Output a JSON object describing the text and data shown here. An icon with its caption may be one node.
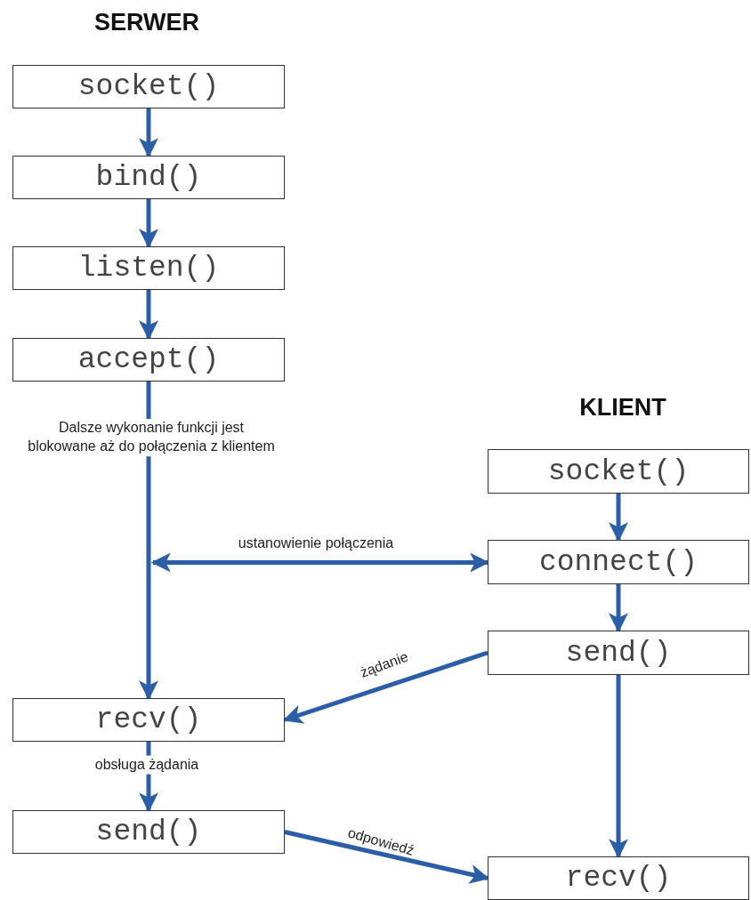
{
  "diagram": {
    "nodes": [
      {
        "text": [
          "socket()"
        ]
      },
      {
        "text": [
          "bind()"
        ]
      },
      {
        "text": [
          "listen()"
        ]
      },
      {
        "text": [
          "accept()"
        ]
      },
      {
        "text": [
          "recv()"
        ]
      },
      {
        "text": [
          "send()"
        ]
      },
      {
        "text": [
          "socket()"
        ]
      },
      {
        "text": [
          "connect()"
        ]
      },
      {
        "text": [
          "send()"
        ]
      },
      {
        "text": [
          "recv()"
        ]
      }
    ],
    "edges": [
      {
        "from": 0,
        "to": 1,
        "arrow": "to"
      },
      {
        "from": 1,
        "to": 2,
        "arrow": "to"
      },
      {
        "from": 2,
        "to": 3,
        "arrow": "to"
      },
      {
        "from": 3,
        "to": 4,
        "arrow": "to",
        "label": "Dalsze wykonanie funkcji jest blokowane aż do połączenia z klientem"
      },
      {
        "from": 7,
        "to": null,
        "arrow": "both",
        "label": "ustanowienie połączenia"
      },
      {
        "from": 4,
        "to": 5,
        "arrow": "to",
        "label": "obsługa żądania"
      },
      {
        "from": 6,
        "to": 7,
        "arrow": "to"
      },
      {
        "from": 7,
        "to": 8,
        "arrow": "to"
      },
      {
        "from": 8,
        "to": 4,
        "arrow": "to",
        "label": "żądanie"
      },
      {
        "from": 8,
        "to": 9,
        "arrow": "to"
      },
      {
        "from": 5,
        "to": 9,
        "arrow": "to",
        "label": "odpowiedź"
      }
    ],
    "labels": [
      "SERWER",
      "KLIENT"
    ]
  }
}
